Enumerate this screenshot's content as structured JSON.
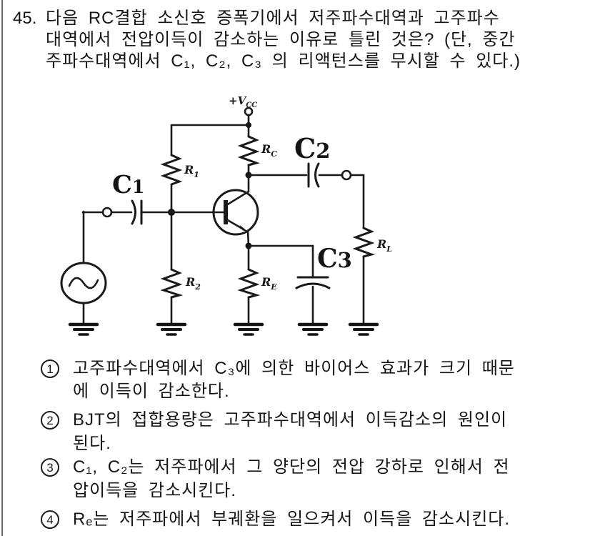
{
  "question": {
    "number": "45.",
    "line1": "다음 RC결합 소신호 증폭기에서 저주파수대역과 고주파수",
    "line2": "대역에서 전압이득이 감소하는 이유로 틀린 것은? (단, 중간",
    "line3": "주파수대역에서 C₁, C₂, C₃ 의 리액턴스를 무시할 수 있다.)"
  },
  "circuit": {
    "vcc": {
      "main": "+V",
      "sub": "CC"
    },
    "r1": {
      "main": "R",
      "sub": "1"
    },
    "r2": {
      "main": "R",
      "sub": "2"
    },
    "rc": {
      "main": "R",
      "sub": "C"
    },
    "re": {
      "main": "R",
      "sub": "E"
    },
    "rl": {
      "main": "R",
      "sub": "L"
    },
    "c1": {
      "main": "C",
      "sub": "1"
    },
    "c2": {
      "main": "C",
      "sub": "2"
    },
    "c3": {
      "main": "C",
      "sub": "3"
    }
  },
  "options": [
    {
      "num": "1",
      "line1": "고주파수대역에서 C₃에 의한 바이어스 효과가 크기 때문",
      "line2": "에 이득이 감소한다."
    },
    {
      "num": "2",
      "line1": "BJT의 접합용량은 고주파수대역에서 이득감소의 원인이",
      "line2": "된다."
    },
    {
      "num": "3",
      "line1": "C₁, C₂는 저주파에서 그 양단의 전압 강하로 인해서 전",
      "line2": "압이득을 감소시킨다."
    },
    {
      "num": "4",
      "line1": "Rₑ는 저주파에서 부궤환을 일으켜서 이득을 감소시킨다."
    }
  ]
}
